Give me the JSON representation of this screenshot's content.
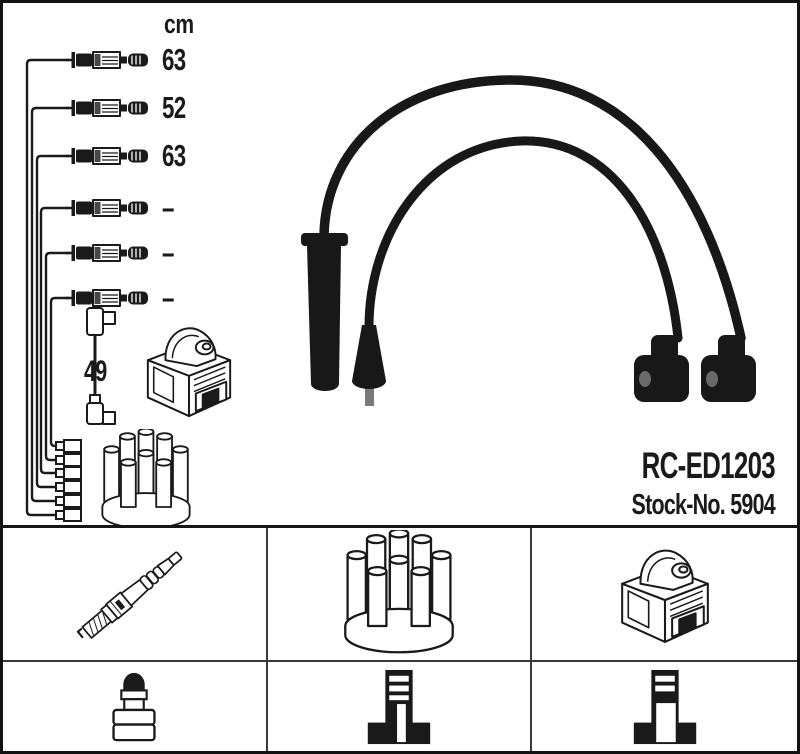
{
  "header": {
    "unit_label": "cm"
  },
  "wires": {
    "rows": [
      {
        "length": "63"
      },
      {
        "length": "52"
      },
      {
        "length": "63"
      },
      {
        "length": "–"
      },
      {
        "length": "–"
      },
      {
        "length": "–"
      }
    ],
    "coil_wire_length": "49"
  },
  "product": {
    "part_number": "RC-ED1203",
    "stock_number": "Stock-No. 5904"
  },
  "colors": {
    "ink": "#1a1a1a",
    "background": "#ffffff",
    "grid_line": "#3a3a3a",
    "photo_black": "#181818"
  },
  "icons": {
    "diagram": [
      "plug-wire-with-connectors",
      "coil-wire",
      "ignition-coil",
      "distributor-cap"
    ],
    "photo": "ignition-cable-set-photo",
    "legend_top_row": [
      "spark-plug",
      "distributor-cap",
      "ignition-coil"
    ],
    "legend_bottom_row": [
      "spark-plug-terminal",
      "distributor-connector",
      "coil-connector"
    ]
  }
}
